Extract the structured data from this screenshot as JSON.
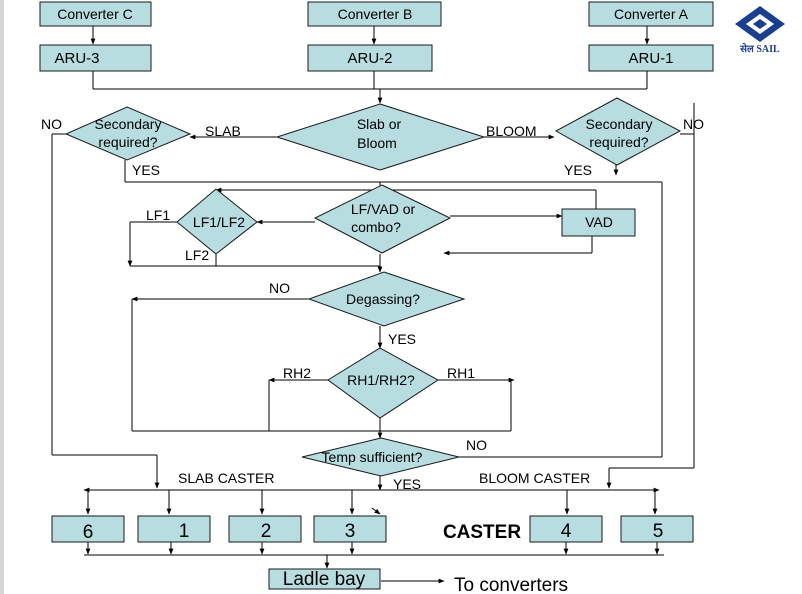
{
  "logo": {
    "text": "सेल SAIL",
    "color": "#1b3f8f"
  },
  "colors": {
    "box_fill": "#b7dde0",
    "line": "#000000"
  },
  "converters": {
    "c": "Converter C",
    "b": "Converter B",
    "a": "Converter A"
  },
  "aru": {
    "three": "ARU-3",
    "two": "ARU-2",
    "one": "ARU-1"
  },
  "decisions": {
    "slab_or_bloom": [
      "Slab or",
      "Bloom"
    ],
    "secondary_left": [
      "Secondary",
      "required?"
    ],
    "secondary_right": [
      "Secondary",
      "required?"
    ],
    "lfvad": [
      "LF/VAD or",
      "combo?"
    ],
    "lf1lf2": "LF1/LF2",
    "degassing": "Degassing?",
    "rh": "RH1/RH2?",
    "temp": "Temp sufficient?"
  },
  "process_boxes": {
    "vad": "VAD",
    "ladle_bay": "Ladle bay"
  },
  "edge_labels": {
    "slab": "SLAB",
    "bloom": "BLOOM",
    "no_left": "NO",
    "no_right": "NO",
    "yes_left": "YES",
    "yes_right": "YES",
    "lf1": "LF1",
    "lf2": "LF2",
    "degas_no": "NO",
    "degas_yes": "YES",
    "rh2": "RH2",
    "rh1": "RH1",
    "temp_no": "NO",
    "temp_yes": "YES",
    "slab_caster": "SLAB CASTER",
    "bloom_caster": "BLOOM CASTER",
    "to_converters": "To converters"
  },
  "casters": {
    "title": "CASTER",
    "numbers": [
      "6",
      "1",
      "2",
      "3",
      "4",
      "5"
    ]
  }
}
